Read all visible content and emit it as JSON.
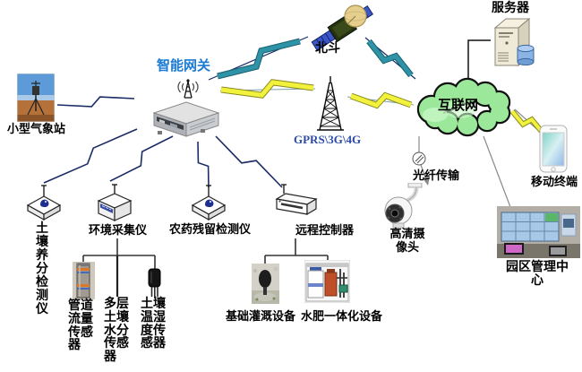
{
  "diagram_title": "",
  "colors": {
    "gateway_label_blue": "#1a7ad4",
    "gprs_label_blue": "#2b4aa6",
    "bolt_teal": "#2e93a6",
    "bolt_yellow": "#f2f23c",
    "bolt_navy": "#1b2c66",
    "cloud_green": "#9be89b",
    "line_gray": "#8a8a8a"
  },
  "nodes": {
    "gateway": {
      "label": "智能网关"
    },
    "satellite": {
      "label": "北斗"
    },
    "server": {
      "label": "服务器"
    },
    "cellular": {
      "label": "GPRS\\3G\\4G"
    },
    "internet": {
      "label": "互联网"
    },
    "fiber": {
      "label": "光纤传输"
    },
    "mobile": {
      "label": "移动终端"
    },
    "camera": {
      "label": "高清摄像头"
    },
    "control_center": {
      "label": "园区管理中心"
    },
    "weather_station": {
      "label": "小型气象站"
    },
    "soil_nutrient": {
      "label": "土壤养分检测仪"
    },
    "env_collector": {
      "label": "环境采集仪"
    },
    "pesticide": {
      "label": "农药残留检测仪"
    },
    "remote_controller": {
      "label": "远程控制器"
    },
    "pipe_flow_sensor": {
      "label": "管道流量传感器"
    },
    "soil_moisture_sensor": {
      "label": "多层土壤水分传感器"
    },
    "soil_temp_sensor": {
      "label": "土壤温湿度传感器"
    },
    "irrigation": {
      "label": "基础灌溉设备"
    },
    "fertigation": {
      "label": "水肥一体化设备"
    }
  }
}
